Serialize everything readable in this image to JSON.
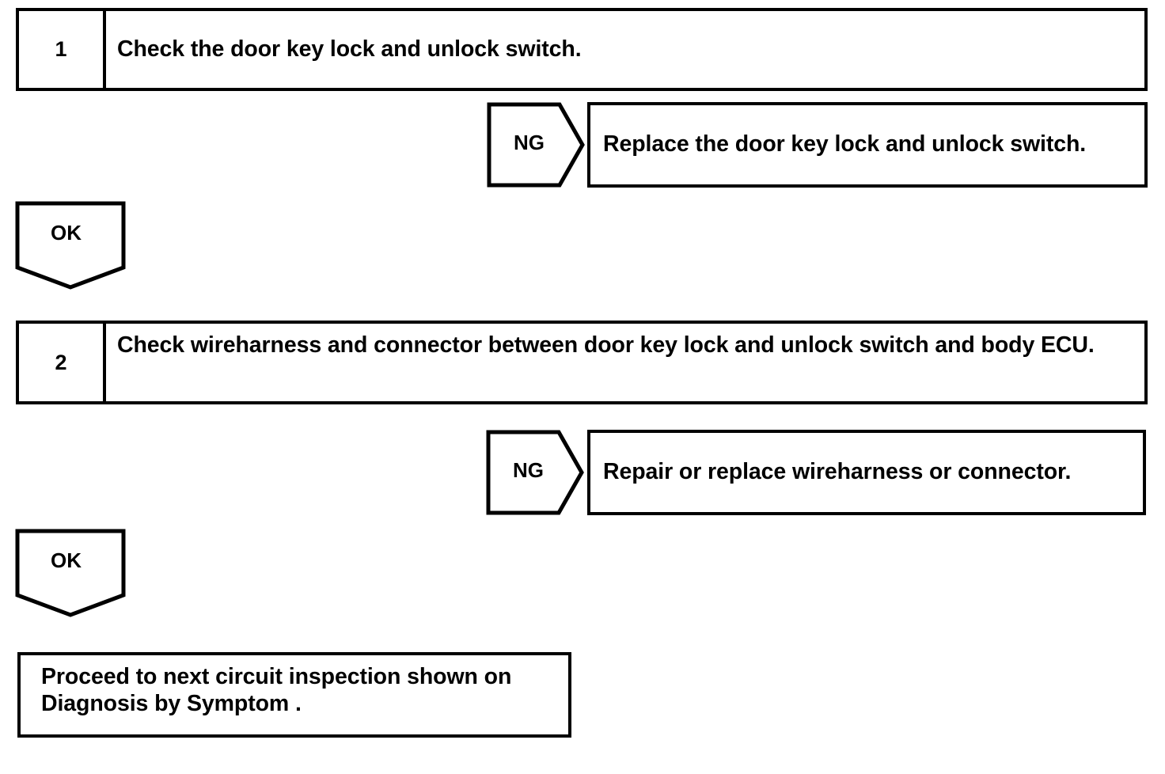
{
  "diagram": {
    "type": "troubleshooting-flowchart",
    "steps": [
      {
        "number": "1",
        "text": "Check the door key lock and unlock switch.",
        "branch_label": "NG",
        "branch_text": "Replace the door key lock and unlock switch.",
        "pass_label": "OK"
      },
      {
        "number": "2",
        "text": "Check wireharness and connector between door key lock and unlock switch and body ECU.",
        "branch_label": "NG",
        "branch_text": "Repair or replace wireharness or connector.",
        "pass_label": "OK"
      }
    ],
    "final": {
      "line1": "Proceed to next circuit inspection shown on",
      "line2": "Diagnosis by Symptom ."
    },
    "colors": {
      "stroke": "#000000",
      "fill": "#ffffff"
    }
  }
}
